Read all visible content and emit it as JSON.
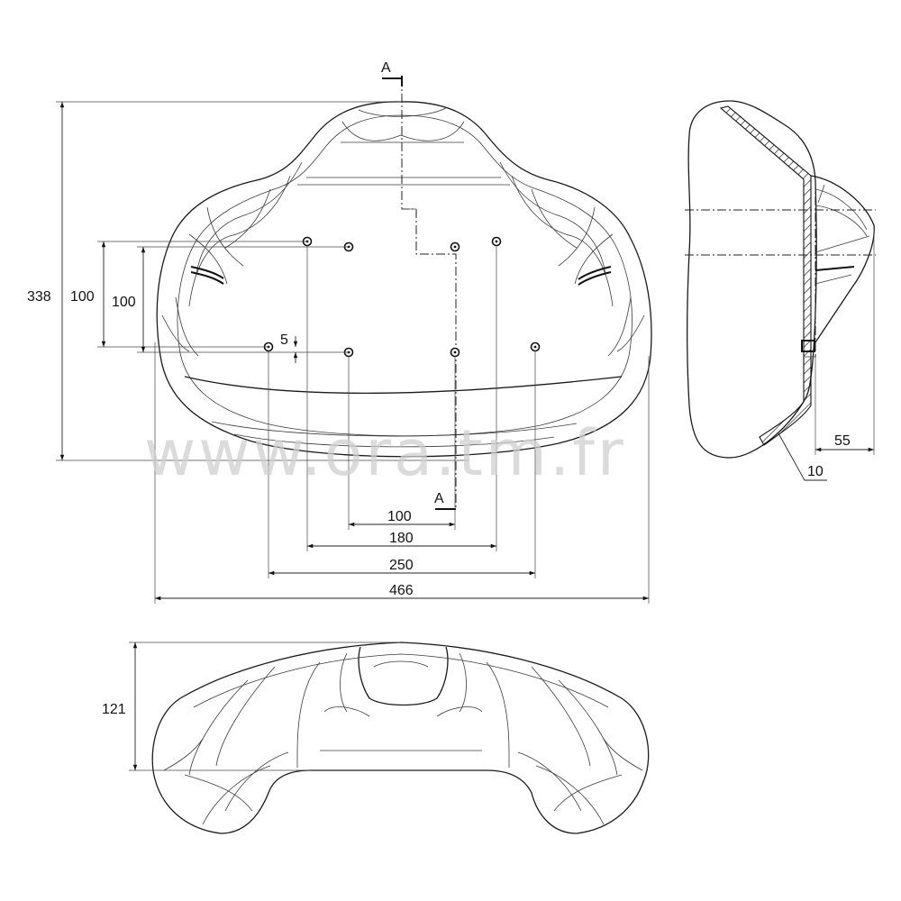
{
  "watermark": "www.ora.tm.fr",
  "section": {
    "top": "A",
    "bottom": "A"
  },
  "front_view": {
    "overall_height": "338",
    "vertical_spacing_left": "100",
    "vertical_spacing_inner": "100",
    "hole_offset": "5",
    "hole_spacing_1": "100",
    "hole_spacing_2": "180",
    "hole_spacing_3": "250",
    "overall_width": "466"
  },
  "side_view": {
    "depth": "55",
    "thickness": "10"
  },
  "top_view": {
    "height": "121"
  }
}
